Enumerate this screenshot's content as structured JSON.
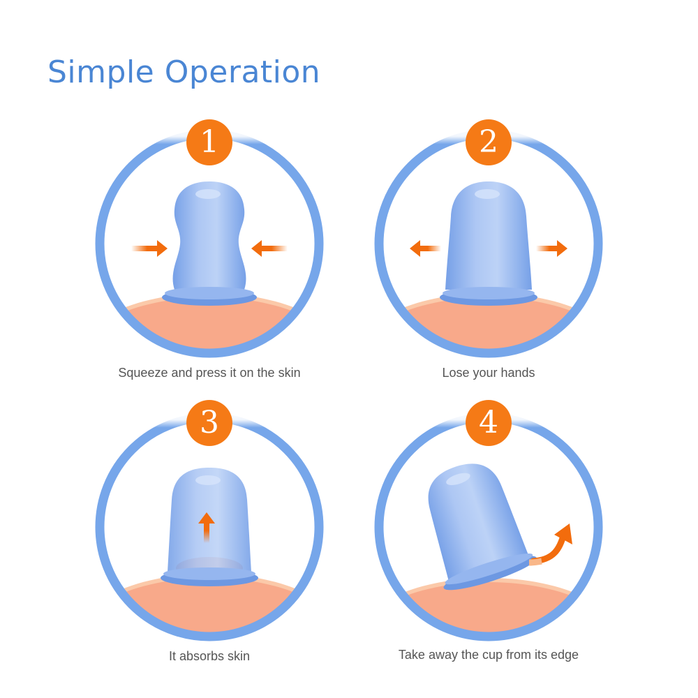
{
  "header": {
    "title": "Simple Operation"
  },
  "colors": {
    "title": "#4a86d4",
    "ring": "#76a6ea",
    "badge": "#f57a16",
    "badge_text": "#ffffff",
    "skin": "#f8a98a",
    "skin_edge": "#fbc9a9",
    "cup": "#7fa8ec",
    "cup_light": "#b7cdf5",
    "arrow": "#f26c0d",
    "caption": "#555555"
  },
  "steps": [
    {
      "number": "1",
      "caption": "Squeeze and press it on the skin",
      "action": "squeeze-inward-arrows",
      "icons": [
        "arrow-right-icon",
        "arrow-left-icon"
      ]
    },
    {
      "number": "2",
      "caption": "Lose your hands",
      "action": "release-outward-arrows",
      "icons": [
        "arrow-left-icon",
        "arrow-right-icon"
      ]
    },
    {
      "number": "3",
      "caption": "It absorbs skin",
      "action": "suction-up-arrow",
      "icons": [
        "arrow-up-icon"
      ]
    },
    {
      "number": "4",
      "caption": "Take away the cup from its edge",
      "action": "tilt-remove-curved-arrow",
      "icons": [
        "curved-arrow-icon"
      ]
    }
  ]
}
